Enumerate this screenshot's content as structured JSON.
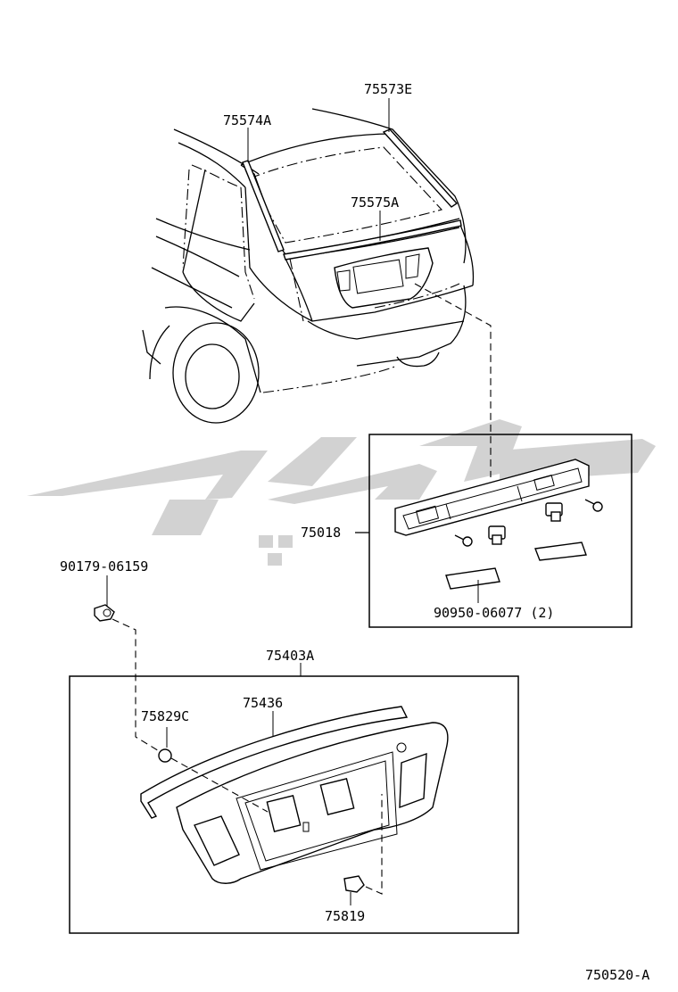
{
  "figure_code": "750520-A",
  "callouts": {
    "p75573E": "75573E",
    "p75574A": "75574A",
    "p75575A": "75575A",
    "p75018": "75018",
    "p90179": "90179-06159",
    "p90950": "90950-06077 (2)",
    "p75403A": "75403A",
    "p75829C": "75829C",
    "p75436": "75436",
    "p75819": "75819"
  },
  "watermark": {
    "color": "#d2d2d2"
  }
}
